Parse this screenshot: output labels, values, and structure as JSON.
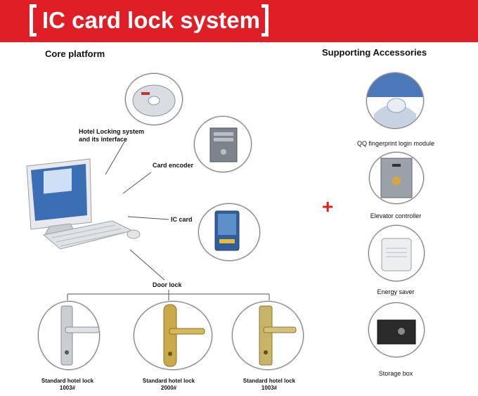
{
  "banner": {
    "title": "IC card lock system"
  },
  "core": {
    "title": "Core platform",
    "software_label_line1": "Hotel Locking system",
    "software_label_line2": "and its interface",
    "encoder_label": "Card encoder",
    "ic_card_label": "IC card",
    "door_lock_label": "Door lock"
  },
  "locks": [
    {
      "name": "Standard hotel lock",
      "model": "1003#"
    },
    {
      "name": "Standard hotel lock",
      "model": "2000#"
    },
    {
      "name": "Standard hotel lock",
      "model": "1003#"
    }
  ],
  "accessories": {
    "title": "Supporting Accessories",
    "plus_symbol": "+",
    "items": [
      {
        "label": "QQ fingerprint login module"
      },
      {
        "label": "Elevator controller"
      },
      {
        "label": "Energy saver"
      },
      {
        "label": "Storage box"
      }
    ]
  },
  "colors": {
    "banner": "#e01e25",
    "plus": "#e01e25",
    "connector": "#555555"
  }
}
